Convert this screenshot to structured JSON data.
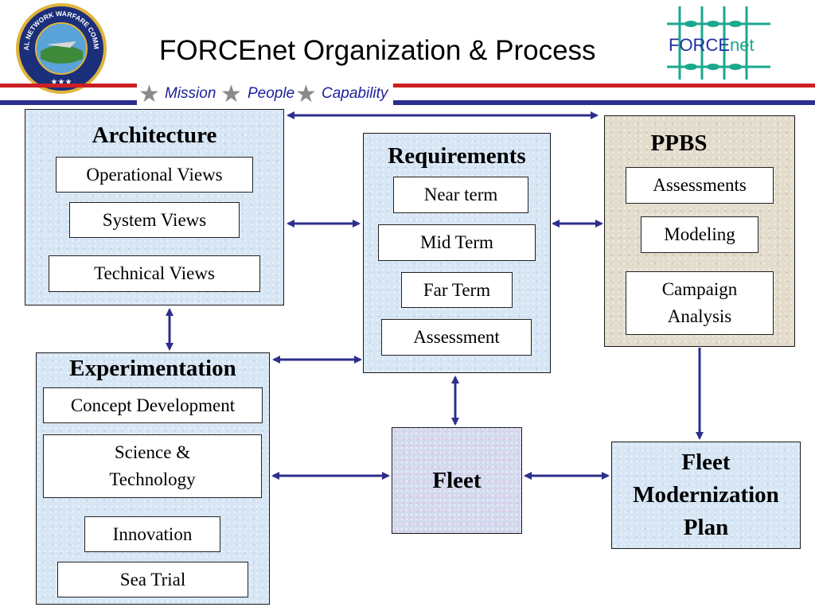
{
  "header": {
    "title": "FORCEnet Organization & Process",
    "seal_text": "NAVAL NETWORK WARFARE COMMAND",
    "logo_text": "FORCEnet",
    "tagline": [
      "Mission",
      "People",
      "Capability"
    ]
  },
  "colors": {
    "stripe_red": "#cc1f24",
    "stripe_blue": "#2a2f8f",
    "arrow": "#2e2e8c",
    "logo_green": "#1aa88e",
    "panel_blue": "#d7e6f4",
    "panel_tan": "#e3dccd"
  },
  "architecture": {
    "heading": "Architecture",
    "items": [
      "Operational Views",
      "System Views",
      "Technical Views"
    ]
  },
  "requirements": {
    "heading": "Requirements",
    "items": [
      "Near term",
      "Mid Term",
      "Far Term",
      "Assessment"
    ]
  },
  "ppbs": {
    "heading": "PPBS",
    "items": [
      "Assessments",
      "Modeling",
      "Campaign Analysis"
    ]
  },
  "experimentation": {
    "heading": "Experimentation",
    "items": [
      "Concept Development",
      "Science & Technology",
      "Innovation",
      "Sea Trial"
    ]
  },
  "fleet": {
    "label": "Fleet"
  },
  "fmp": {
    "label": "Fleet Modernization Plan"
  }
}
